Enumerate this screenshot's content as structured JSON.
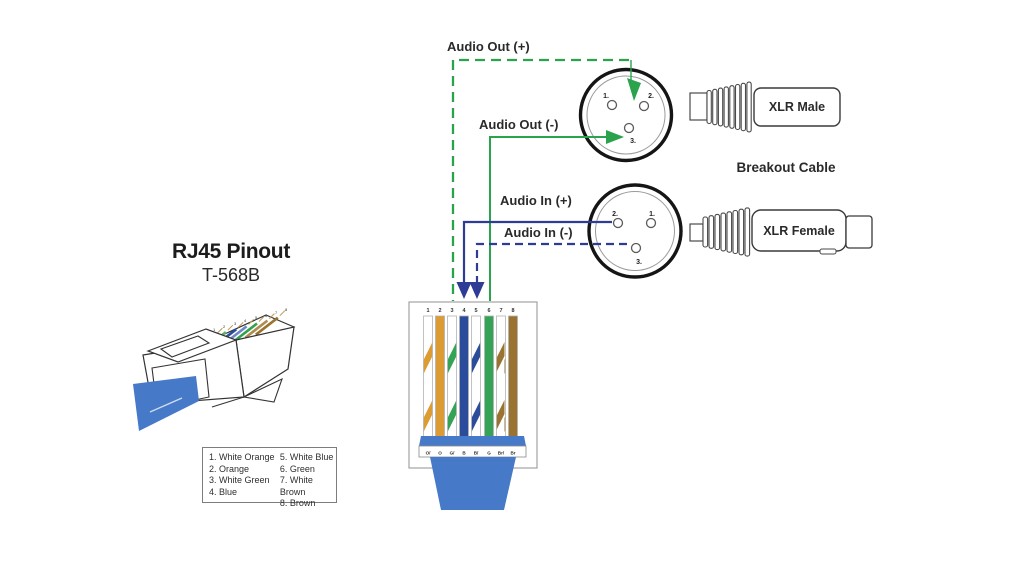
{
  "title": {
    "main": "RJ45 Pinout",
    "sub": "T-568B"
  },
  "legend": {
    "left": [
      "1. White Orange",
      "2. Orange",
      "3. White Green",
      "4. Blue"
    ],
    "right": [
      "5. White Blue",
      "6. Green",
      "7. White Brown",
      "8. Brown"
    ]
  },
  "signal_labels": {
    "audio_out_plus": "Audio Out (+)",
    "audio_out_minus": "Audio Out (-)",
    "audio_in_plus": "Audio In (+)",
    "audio_in_minus": "Audio In (-)"
  },
  "connector_labels": {
    "xlr_male": "XLR Male",
    "xlr_female": "XLR Female",
    "breakout_cable": "Breakout Cable"
  },
  "xlr_male": {
    "pin_top_left": "1.",
    "pin_top_right": "2.",
    "pin_bottom": "3."
  },
  "xlr_female": {
    "pin_top_left": "2.",
    "pin_top_right": "1.",
    "pin_bottom": "3."
  },
  "plug": {
    "numbers": [
      "1",
      "2",
      "3",
      "4",
      "5",
      "6",
      "7",
      "8"
    ],
    "abbreviations": [
      "O/",
      "O",
      "G/",
      "B",
      "B/",
      "G",
      "Br/",
      "Br"
    ]
  },
  "colors": {
    "green_line": "#2aa34c",
    "blue_line": "#2e3c96",
    "wire_orange": "#dd9c33",
    "wire_blue": "#2a4c9b",
    "wire_green": "#35a356",
    "wire_brown": "#9a7331",
    "cable_blue": "#4679c8"
  },
  "connections": [
    {
      "signal": "Audio Out (+)",
      "line": "green dashed",
      "rj45_pin": "3",
      "xlr": "Male pin 2"
    },
    {
      "signal": "Audio Out (-)",
      "line": "green solid",
      "rj45_pin": "6",
      "xlr": "Male pin 3"
    },
    {
      "signal": "Audio In (+)",
      "line": "blue solid",
      "rj45_pin": "4",
      "xlr": "Female pin 2"
    },
    {
      "signal": "Audio In (-)",
      "line": "blue dashed",
      "rj45_pin": "5",
      "xlr": "Female pin 3"
    }
  ]
}
